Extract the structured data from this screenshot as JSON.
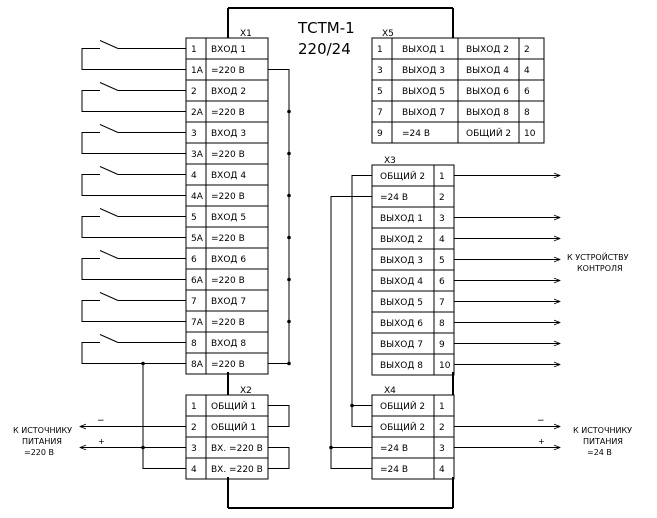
{
  "device": {
    "title": "ТСТМ-1",
    "subtitle": "220/24"
  },
  "x1": {
    "label": "X1",
    "rows": [
      {
        "n": "1",
        "t": "ВХОД 1"
      },
      {
        "n": "1A",
        "t": "=220 В"
      },
      {
        "n": "2",
        "t": "ВХОД 2"
      },
      {
        "n": "2A",
        "t": "=220 В"
      },
      {
        "n": "3",
        "t": "ВХОД 3"
      },
      {
        "n": "3A",
        "t": "=220 В"
      },
      {
        "n": "4",
        "t": "ВХОД 4"
      },
      {
        "n": "4A",
        "t": "=220 В"
      },
      {
        "n": "5",
        "t": "ВХОД 5"
      },
      {
        "n": "5A",
        "t": "=220 В"
      },
      {
        "n": "6",
        "t": "ВХОД 6"
      },
      {
        "n": "6A",
        "t": "=220 В"
      },
      {
        "n": "7",
        "t": "ВХОД 7"
      },
      {
        "n": "7A",
        "t": "=220 В"
      },
      {
        "n": "8",
        "t": "ВХОД 8"
      },
      {
        "n": "8A",
        "t": "=220 В"
      }
    ]
  },
  "x2": {
    "label": "X2",
    "rows": [
      {
        "n": "1",
        "t": "ОБЩИЙ 1"
      },
      {
        "n": "2",
        "t": "ОБЩИЙ 1"
      },
      {
        "n": "3",
        "t": "ВХ. =220 В"
      },
      {
        "n": "4",
        "t": "ВХ. =220 В"
      }
    ]
  },
  "x3": {
    "label": "X3",
    "rows": [
      {
        "n": "1",
        "t": "ОБЩИЙ 2"
      },
      {
        "n": "2",
        "t": "=24 В"
      },
      {
        "n": "3",
        "t": "ВЫХОД 1"
      },
      {
        "n": "4",
        "t": "ВЫХОД 2"
      },
      {
        "n": "5",
        "t": "ВЫХОД 3"
      },
      {
        "n": "6",
        "t": "ВЫХОД 4"
      },
      {
        "n": "7",
        "t": "ВЫХОД 5"
      },
      {
        "n": "8",
        "t": "ВЫХОД 6"
      },
      {
        "n": "9",
        "t": "ВЫХОД 7"
      },
      {
        "n": "10",
        "t": "ВЫХОД 8"
      }
    ]
  },
  "x4": {
    "label": "X4",
    "rows": [
      {
        "n": "1",
        "t": "ОБЩИЙ 2"
      },
      {
        "n": "2",
        "t": "ОБЩИЙ 2"
      },
      {
        "n": "3",
        "t": "=24 В"
      },
      {
        "n": "4",
        "t": "=24 В"
      }
    ]
  },
  "x5": {
    "label": "X5",
    "rows": [
      {
        "n1": "1",
        "t1": "ВЫХОД 1",
        "t2": "ВЫХОД 2",
        "n2": "2"
      },
      {
        "n1": "3",
        "t1": "ВЫХОД 3",
        "t2": "ВЫХОД 4",
        "n2": "4"
      },
      {
        "n1": "5",
        "t1": "ВЫХОД 5",
        "t2": "ВЫХОД 6",
        "n2": "6"
      },
      {
        "n1": "7",
        "t1": "ВЫХОД 7",
        "t2": "ВЫХОД 8",
        "n2": "8"
      },
      {
        "n1": "9",
        "t1": "=24 В",
        "t2": "ОБЩИЙ 2",
        "n2": "10"
      }
    ]
  },
  "labels": {
    "left_source": [
      "К ИСТОЧНИКУ",
      "ПИТАНИЯ",
      "=220 В"
    ],
    "right_source": [
      "К ИСТОЧНИКУ",
      "ПИТАНИЯ",
      "=24 В"
    ],
    "control": [
      "К УСТРОЙСТВУ",
      "КОНТРОЛЯ"
    ],
    "minus": "−",
    "plus": "+"
  }
}
